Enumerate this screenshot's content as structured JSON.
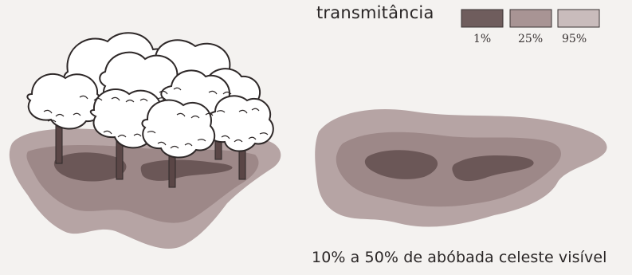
{
  "legend": {
    "title": "transmitância",
    "items": [
      {
        "label": "1%",
        "color": "#6f5d5d"
      },
      {
        "label": "25%",
        "color": "#a89494"
      },
      {
        "label": "95%",
        "color": "#c9bcbc"
      }
    ]
  },
  "caption": "10% a 50% de abóbada celeste visível",
  "colors": {
    "shadow_light": "#b6a4a4",
    "shadow_mid": "#9d8888",
    "shadow_dark": "#6b5757",
    "tree_trunk": "#5a4646",
    "canopy_fill": "#ffffff",
    "outline": "#2e2828"
  }
}
